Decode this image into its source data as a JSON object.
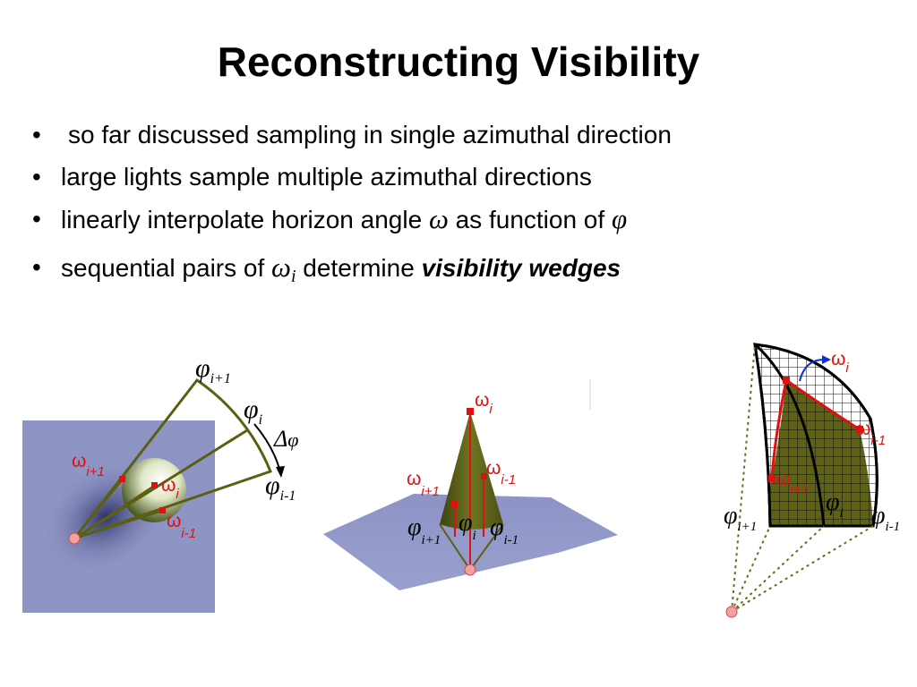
{
  "title": "Reconstructing Visibility",
  "bullets": {
    "b1": "so far discussed sampling in single azimuthal direction",
    "b2": "large lights sample multiple azimuthal directions",
    "b3_pre": "linearly interpolate horizon angle",
    "b3_omega": "ω",
    "b3_mid": "as function of",
    "b3_phi": "φ",
    "b4_pre": "sequential pairs of",
    "b4_omega": "ω",
    "b4_sub": "i",
    "b4_mid": "determine",
    "b4_em": "visibility wedges"
  },
  "figure1": {
    "phi_next": "φ",
    "phi_next_sub": "i+1",
    "phi_i": "φ",
    "phi_i_sub": "i",
    "delta": "Δ",
    "delta_phi": "φ",
    "phi_prev": "φ",
    "phi_prev_sub": "i-1",
    "w_next": "ω",
    "w_next_sub": "i+1",
    "w_i": "ω",
    "w_i_sub": "i",
    "w_prev": "ω",
    "w_prev_sub": "i-1"
  },
  "figure2": {
    "w_i": "ω",
    "w_i_sub": "i",
    "w_next": "ω",
    "w_next_sub": "i+1",
    "w_prev": "ω",
    "w_prev_sub": "i-1",
    "phi_next": "φ",
    "phi_next_sub": "i+1",
    "phi_i": "φ",
    "phi_i_sub": "i",
    "phi_prev": "φ",
    "phi_prev_sub": "i-1"
  },
  "figure3": {
    "w_i": "ω",
    "w_i_sub": "i",
    "w_prev": "ω",
    "w_prev_sub": "i-1",
    "w_next": "ω",
    "w_next_sub": "i+1",
    "phi_next": "φ",
    "phi_next_sub": "i+1",
    "phi_i": "φ",
    "phi_i_sub": "i",
    "phi_prev": "φ",
    "phi_prev_sub": "i-1"
  },
  "colors": {
    "plane": "#8e94c4",
    "wedge": "#5c5e12",
    "label_red": "#e01010",
    "accent_blue": "#1030d0",
    "origin": "#f4a0a0"
  }
}
